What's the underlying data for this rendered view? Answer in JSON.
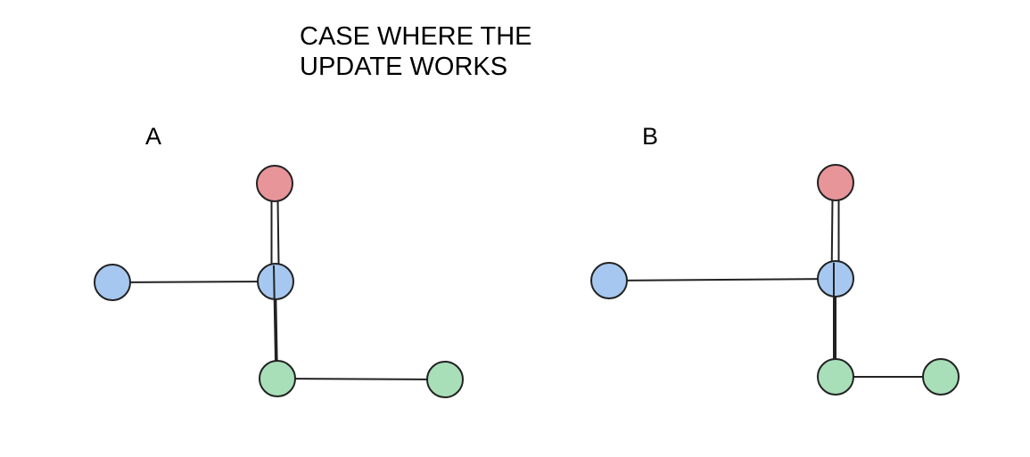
{
  "title": {
    "line1": "CASE WHERE THE",
    "line2": "UPDATE WORKS"
  },
  "panels": [
    {
      "label": "A",
      "nodes": [
        {
          "id": "a-red",
          "color": "red"
        },
        {
          "id": "a-blue-left",
          "color": "blue"
        },
        {
          "id": "a-blue-center",
          "color": "blue"
        },
        {
          "id": "a-green-left",
          "color": "green"
        },
        {
          "id": "a-green-right",
          "color": "green"
        }
      ],
      "edges": [
        {
          "from": "a-red",
          "to": "a-blue-center",
          "kind": "double"
        },
        {
          "from": "a-blue-left",
          "to": "a-blue-center",
          "kind": "single"
        },
        {
          "from": "a-blue-center",
          "to": "a-green-left",
          "kind": "single"
        },
        {
          "from": "a-green-left",
          "to": "a-green-right",
          "kind": "single"
        }
      ]
    },
    {
      "label": "B",
      "nodes": [
        {
          "id": "b-red",
          "color": "red"
        },
        {
          "id": "b-blue-left",
          "color": "blue"
        },
        {
          "id": "b-blue-center",
          "color": "blue"
        },
        {
          "id": "b-green-left",
          "color": "green"
        },
        {
          "id": "b-green-right",
          "color": "green"
        }
      ],
      "edges": [
        {
          "from": "b-red",
          "to": "b-blue-center",
          "kind": "double"
        },
        {
          "from": "b-blue-left",
          "to": "b-blue-center",
          "kind": "single"
        },
        {
          "from": "b-blue-center",
          "to": "b-green-left",
          "kind": "single"
        },
        {
          "from": "b-green-left",
          "to": "b-green-right",
          "kind": "single"
        }
      ]
    }
  ],
  "colors": {
    "red": "#e8959a",
    "blue": "#a6c8f0",
    "green": "#a8dfb8",
    "stroke": "#222222"
  }
}
